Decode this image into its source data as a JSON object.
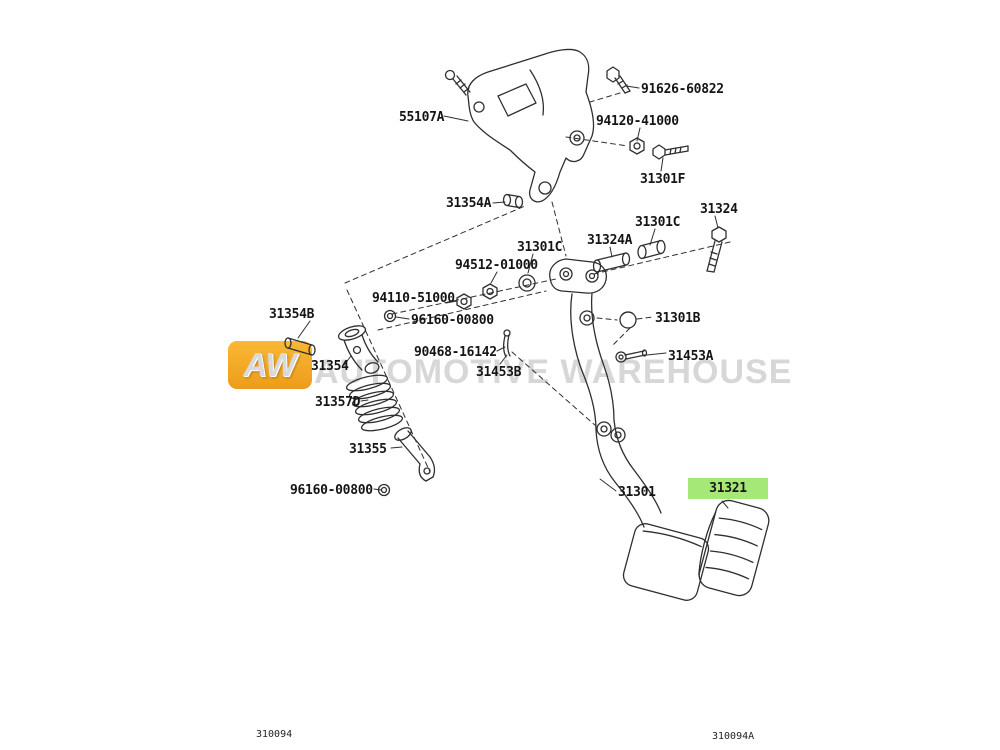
{
  "watermark": {
    "logo": "AW",
    "text": "AUTOMOTIVE WAREHOUSE"
  },
  "colors": {
    "highlight": "#a6e878",
    "watermark_logo_bg": "#f2a51f",
    "watermark_text": "#d7d7d7",
    "line": "#2f2f2f"
  },
  "parts": [
    {
      "label": "91626-60822",
      "highlighted": false
    },
    {
      "label": "55107A",
      "highlighted": false
    },
    {
      "label": "94120-41000",
      "highlighted": false
    },
    {
      "label": "31301F",
      "highlighted": false
    },
    {
      "label": "31354A",
      "highlighted": false
    },
    {
      "label": "31301C",
      "highlighted": false
    },
    {
      "label": "31324",
      "highlighted": false
    },
    {
      "label": "31324A",
      "highlighted": false
    },
    {
      "label": "31301C",
      "highlighted": false
    },
    {
      "label": "94512-01000",
      "highlighted": false
    },
    {
      "label": "94110-51000",
      "highlighted": false
    },
    {
      "label": "96160-00800",
      "highlighted": false
    },
    {
      "label": "31354B",
      "highlighted": false
    },
    {
      "label": "90468-16142",
      "highlighted": false
    },
    {
      "label": "31453B",
      "highlighted": false
    },
    {
      "label": "31354",
      "highlighted": false
    },
    {
      "label": "31357D",
      "highlighted": false
    },
    {
      "label": "31355",
      "highlighted": false
    },
    {
      "label": "96160-00800",
      "highlighted": false
    },
    {
      "label": "31301B",
      "highlighted": false
    },
    {
      "label": "31453A",
      "highlighted": false
    },
    {
      "label": "31301",
      "highlighted": false
    },
    {
      "label": "31321",
      "highlighted": true
    }
  ],
  "footer": {
    "left_code": "310094",
    "right_code": "310094A"
  }
}
